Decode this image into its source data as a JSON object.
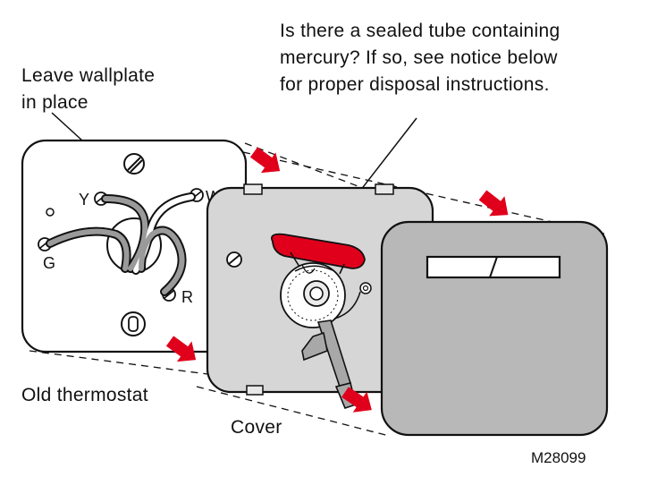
{
  "labels": {
    "wallplate": "Leave wallplate\nin place",
    "mercury_note": "Is there a sealed tube containing\nmercury? If so, see notice below\nfor proper disposal instructions.",
    "old_thermostat": "Old thermostat",
    "cover": "Cover",
    "figure_code": "M28099"
  },
  "terminals": {
    "y": "Y",
    "w": "W",
    "g": "G",
    "r": "R"
  },
  "colors": {
    "outline": "#111111",
    "base_fill": "#d6d6d6",
    "cover_fill": "#b8b8b8",
    "arrow": "#e0001b",
    "mercury_tube": "#e0001b"
  }
}
